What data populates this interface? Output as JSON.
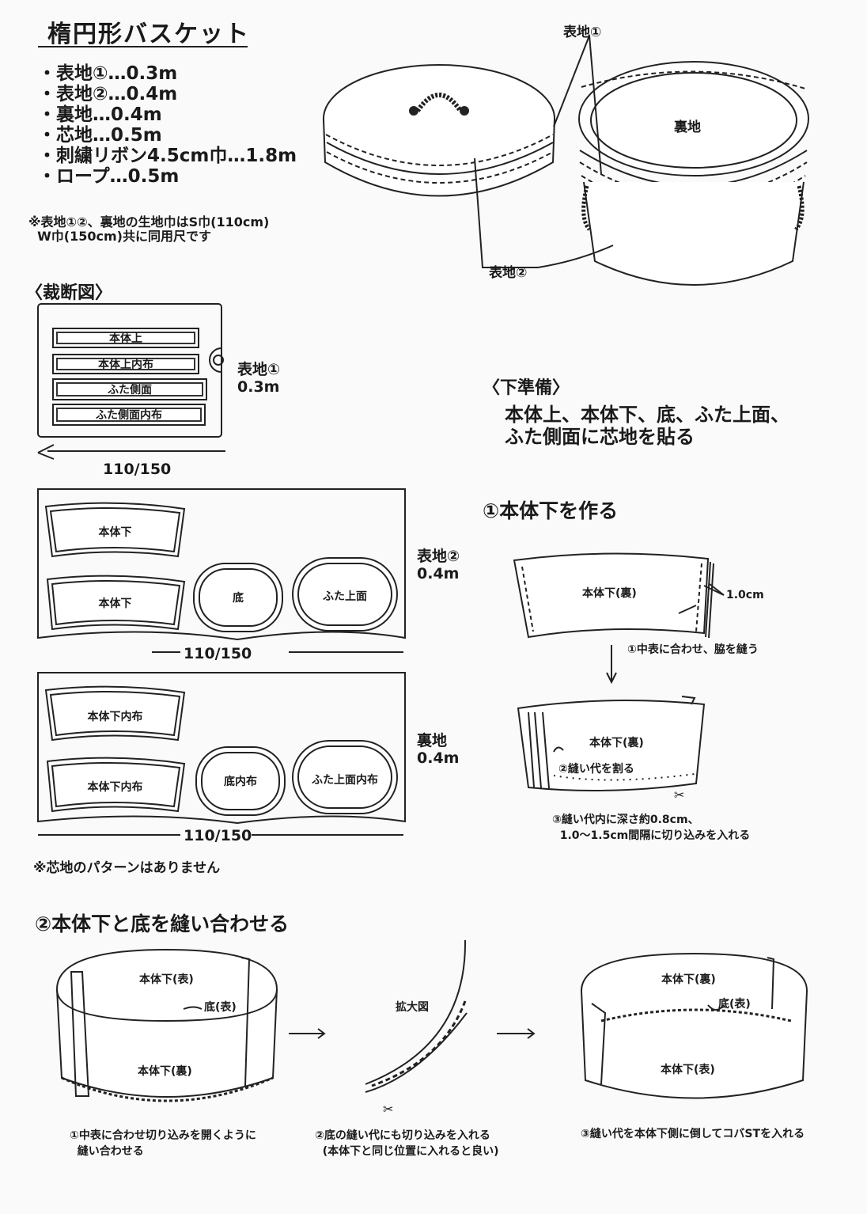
{
  "title": "楕円形バスケット",
  "materials": [
    "表地①…0.3m",
    "表地②…0.4m",
    "裏地…0.4m",
    "芯地…0.5m",
    "刺繍リボン4.5cm巾…1.8m",
    "ロープ…0.5m"
  ],
  "fabric_note": "※表地①②、裏地の生地巾はS巾(110cm)\n  W巾(150cm)共に同用尺です",
  "illustration": {
    "label_omote1": "表地①",
    "label_ura": "裏地",
    "label_omote2": "表地②"
  },
  "cutting": {
    "heading": "〈裁断図〉",
    "sheet1": {
      "pieces": [
        "本体上",
        "本体上内布",
        "ふた側面",
        "ふた側面内布"
      ],
      "side_label": "表地①\n0.3m",
      "width": "110/150"
    },
    "sheet2": {
      "pieces": [
        "本体下",
        "本体下",
        "底",
        "ふた上面"
      ],
      "side_label": "表地②\n0.4m",
      "width": "110/150"
    },
    "sheet3": {
      "pieces": [
        "本体下内布",
        "本体下内布",
        "底内布",
        "ふた上面内布"
      ],
      "side_label": "裏地\n0.4m",
      "width": "110/150"
    },
    "note": "※芯地のパターンはありません"
  },
  "prep": {
    "heading": "〈下準備〉",
    "text": "本体上、本体下、底、ふた上面、\nふた側面に芯地を貼る"
  },
  "step1": {
    "heading": "①本体下を作る",
    "piece_label": "本体下(裏)",
    "seam": "1.0cm",
    "instr1": "①中表に合わせ、脇を縫う",
    "piece_label2": "本体下(裏)",
    "instr2": "②縫い代を割る",
    "instr3": "③縫い代内に深さ約0.8cm、\n  1.0～1.5cm間隔に切り込みを入れる"
  },
  "step2": {
    "heading": "②本体下と底を縫い合わせる",
    "fig1_top": "本体下(表)",
    "fig1_bottom": "底(表)",
    "fig1_body": "本体下(裏)",
    "zoom": "拡大図",
    "fig3_top": "本体下(裏)",
    "fig3_bottom": "底(表)",
    "fig3_body": "本体下(表)",
    "caption1": "①中表に合わせ切り込みを開くように\n  縫い合わせる",
    "caption2": "②底の縫い代にも切り込みを入れる\n  (本体下と同じ位置に入れると良い)",
    "caption3": "③縫い代を本体下側に倒してコバSTを入れる"
  }
}
